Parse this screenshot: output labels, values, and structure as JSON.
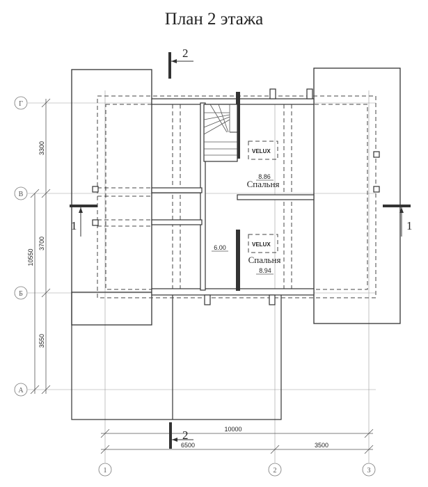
{
  "title": "План 2 этажа",
  "axes_rows": [
    "Г",
    "В",
    "Б",
    "А"
  ],
  "axes_cols": [
    "1",
    "2",
    "3"
  ],
  "dimensions": {
    "left_3300": "3300",
    "left_3700": "3700",
    "left_3550": "3550",
    "left_total": "10550",
    "bottom_total": "10000",
    "bottom_6500": "6500",
    "bottom_3500": "3500"
  },
  "section_marks": {
    "top": "2",
    "bottom": "2",
    "left": "1",
    "right": "1"
  },
  "rooms": [
    {
      "name": "Спальня",
      "area": "8.86"
    },
    {
      "name": "Спальня",
      "area": "8.94"
    }
  ],
  "hall_area": "6.00",
  "window_label": "VELUX"
}
